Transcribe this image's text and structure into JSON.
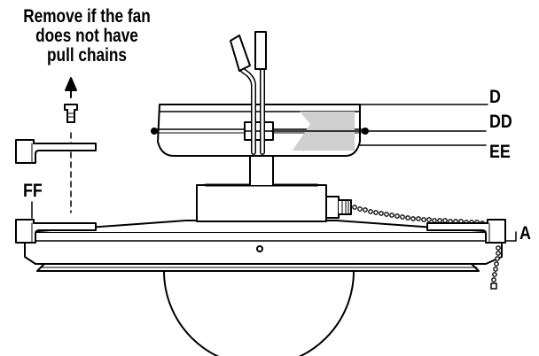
{
  "instruction_lines": [
    "Remove if the fan",
    "does not have",
    "pull chains"
  ],
  "labels": {
    "d": "D",
    "dd": "DD",
    "ee": "EE",
    "ff": "FF",
    "a": "A"
  }
}
